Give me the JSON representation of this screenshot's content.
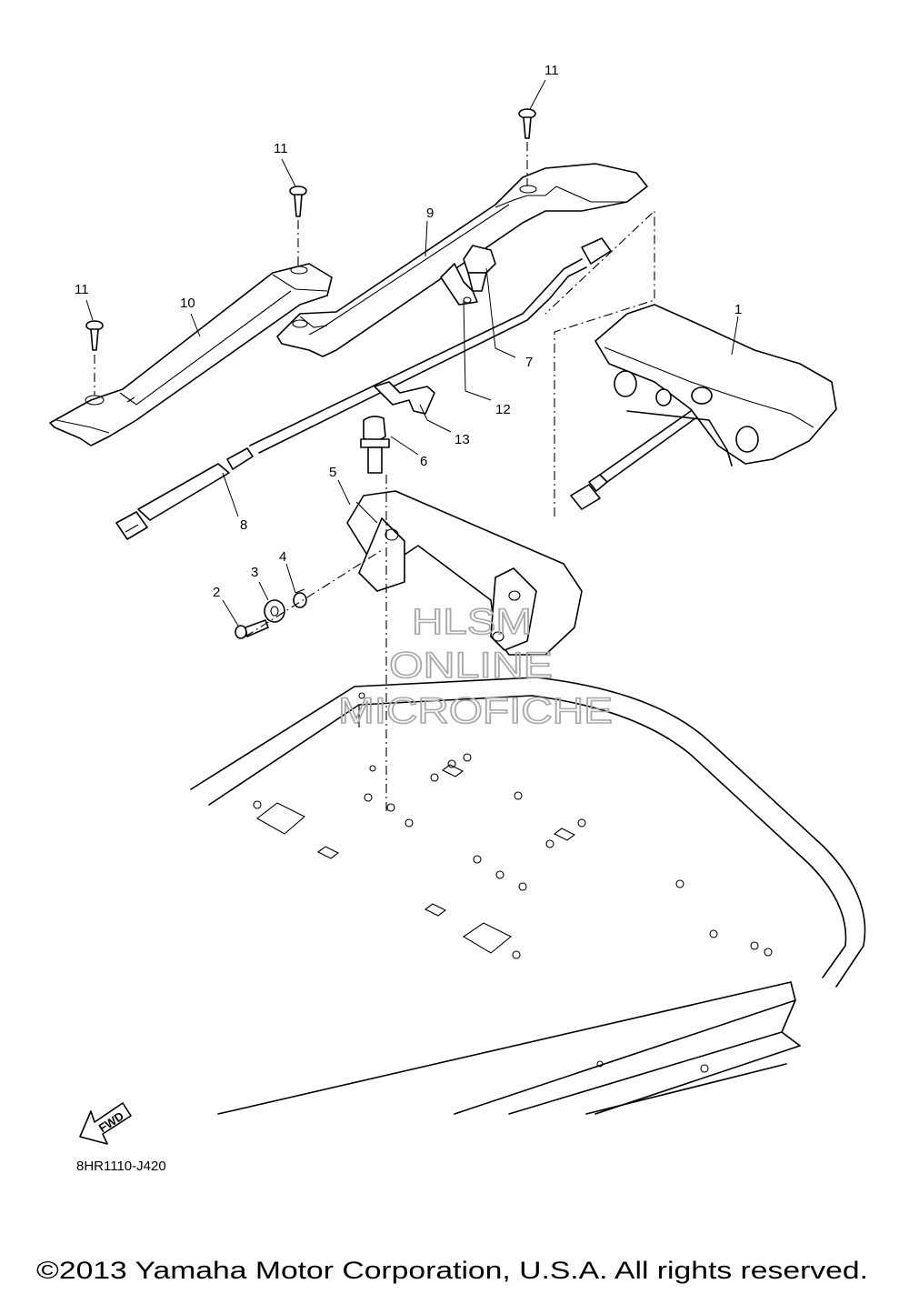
{
  "callouts": {
    "c1": "1",
    "c2": "2",
    "c3": "3",
    "c4": "4",
    "c5": "5",
    "c6": "6",
    "c7": "7",
    "c8": "8",
    "c9": "9",
    "c10": "10",
    "c11a": "11",
    "c11b": "11",
    "c11c": "11",
    "c12": "12",
    "c13": "13"
  },
  "fwd_label": "FWD",
  "diagram_code": "8HR1110-J420",
  "watermark": {
    "line1": "HLSM",
    "line2": "ONLINE",
    "line3": "MICROFICHE"
  },
  "copyright": "©2013 Yamaha Motor Corporation, U.S.A. All rights reserved."
}
